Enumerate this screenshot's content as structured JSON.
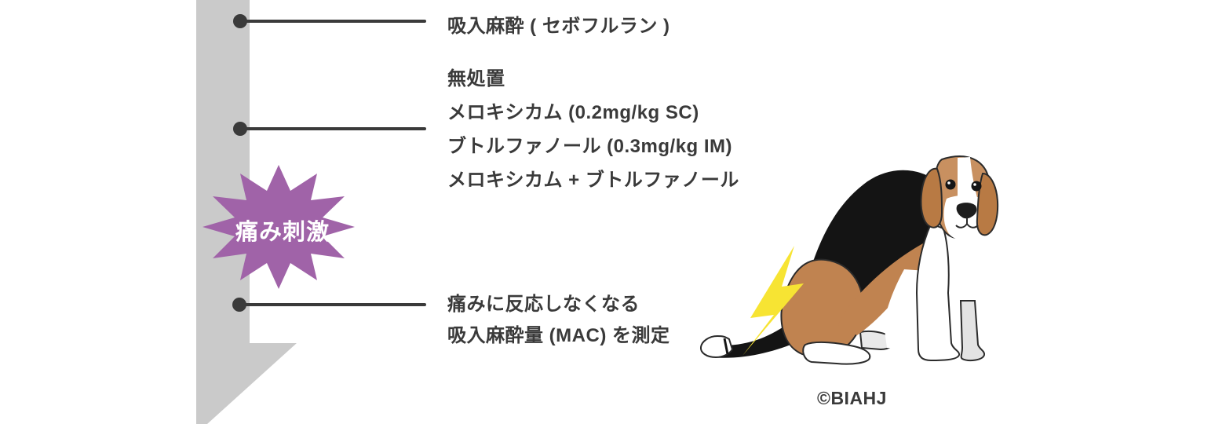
{
  "timeline": {
    "step1": {
      "label": "吸入麻酔 ( セボフルラン )"
    },
    "step2": {
      "lines": [
        "無処置",
        "メロキシカム (0.2mg/kg SC)",
        "ブトルファノール (0.3mg/kg IM)",
        "メロキシカム + ブトルファノール"
      ]
    },
    "step3": {
      "lines": [
        "痛みに反応しなくなる",
        "吸入麻酔量 (MAC) を測定"
      ]
    }
  },
  "stimulus": {
    "label": "痛み刺激"
  },
  "credit": {
    "label": "©BIAHJ"
  },
  "icons": {
    "timeline_arrow": "down-arrow",
    "stimulus_shape": "starburst",
    "bolt": "lightning-bolt",
    "animal": "beagle-dog"
  },
  "colors": {
    "arrow_gray": "#cacaca",
    "ink_dark": "#3a3a3a",
    "star_purple": "#a063a8",
    "bolt_yellow": "#f7e433",
    "dog_tan": "#c08350",
    "dog_head_tan": "#c89060",
    "dog_ear_tan": "#b87a44",
    "dog_black": "#141414",
    "dog_white": "#ffffff"
  }
}
